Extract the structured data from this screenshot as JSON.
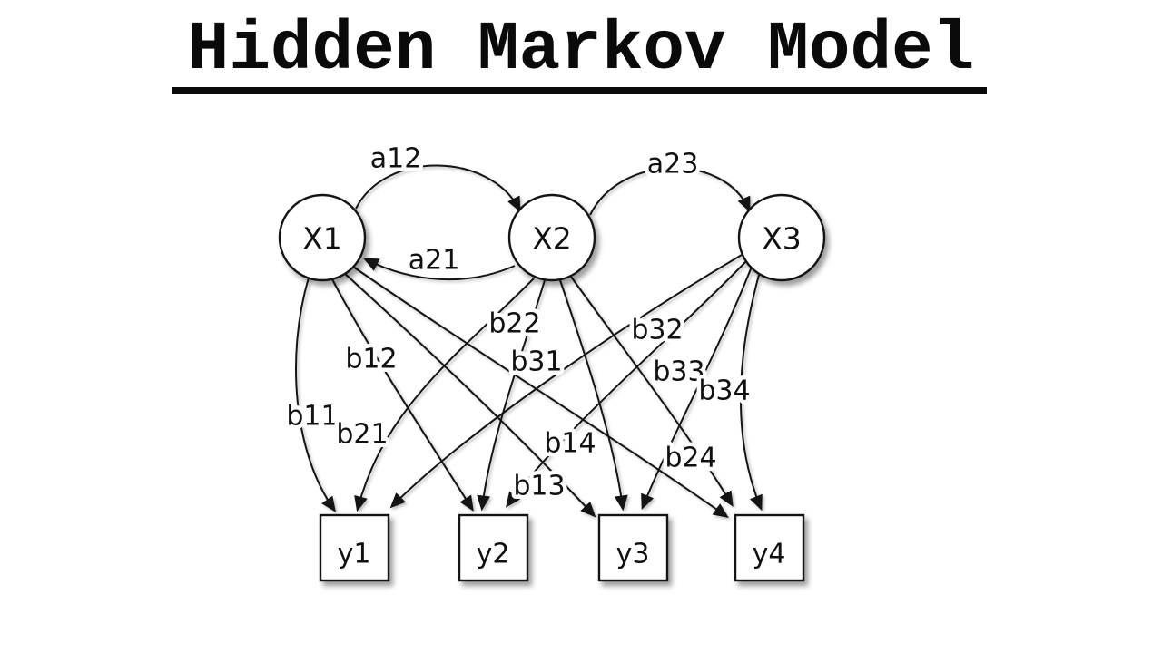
{
  "title": {
    "text": "Hidden Markov Model"
  },
  "diagram": {
    "hidden_states": [
      {
        "id": "X1",
        "label": "X1"
      },
      {
        "id": "X2",
        "label": "X2"
      },
      {
        "id": "X3",
        "label": "X3"
      }
    ],
    "observations": [
      {
        "id": "y1",
        "label": "y1"
      },
      {
        "id": "y2",
        "label": "y2"
      },
      {
        "id": "y3",
        "label": "y3"
      },
      {
        "id": "y4",
        "label": "y4"
      }
    ],
    "transition_edges": [
      {
        "from": "X1",
        "to": "X2",
        "label": "a12"
      },
      {
        "from": "X2",
        "to": "X3",
        "label": "a23"
      },
      {
        "from": "X2",
        "to": "X1",
        "label": "a21"
      }
    ],
    "emission_edges": [
      {
        "from": "X1",
        "to": "y1",
        "label": "b11"
      },
      {
        "from": "X1",
        "to": "y2",
        "label": "b12"
      },
      {
        "from": "X1",
        "to": "y3",
        "label": "b13"
      },
      {
        "from": "X1",
        "to": "y4",
        "label": "b14"
      },
      {
        "from": "X2",
        "to": "y1",
        "label": "b21"
      },
      {
        "from": "X2",
        "to": "y2",
        "label": "b22"
      },
      {
        "from": "X2",
        "to": "y3",
        "label": ""
      },
      {
        "from": "X2",
        "to": "y4",
        "label": "b24"
      },
      {
        "from": "X3",
        "to": "y1",
        "label": "b31"
      },
      {
        "from": "X3",
        "to": "y2",
        "label": "b32"
      },
      {
        "from": "X3",
        "to": "y3",
        "label": "b33"
      },
      {
        "from": "X3",
        "to": "y4",
        "label": "b34"
      }
    ],
    "colors": {
      "ink": "#141414",
      "background": "#ffffff"
    }
  }
}
